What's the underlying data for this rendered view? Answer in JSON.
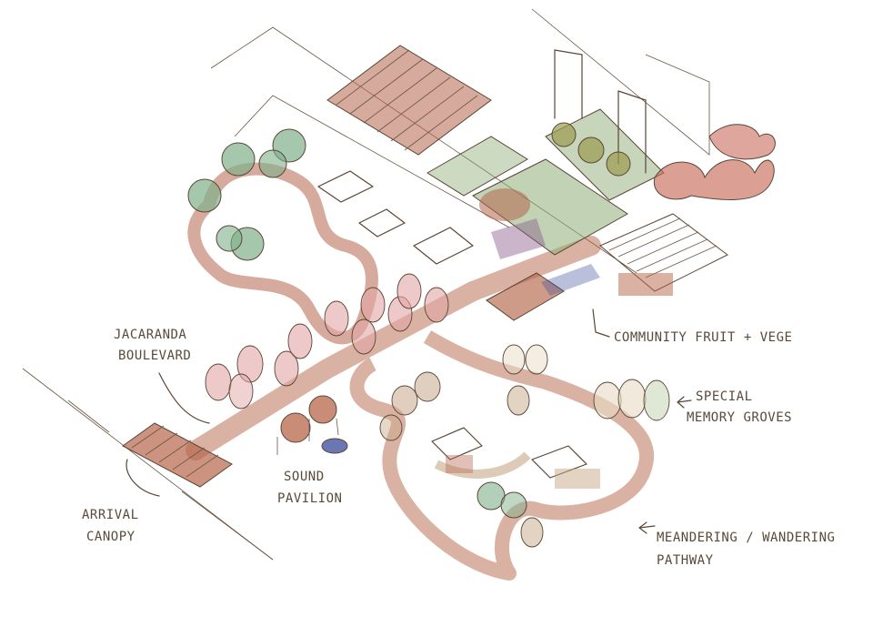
{
  "labels": {
    "jacaranda_1": "JACARANDA",
    "jacaranda_2": "BOULEVARD",
    "arrival_1": "ARRIVAL",
    "arrival_2": "CANOPY",
    "sound_1": "SOUND",
    "sound_2": "PAVILION",
    "community": "COMMUNITY FRUIT + VEGE",
    "memory_1": "SPECIAL",
    "memory_2": "MEMORY GROVES",
    "path_1": "MEANDERING / WANDERING",
    "path_2": "PATHWAY"
  },
  "colors": {
    "path_rust": "#b5654a",
    "tree_pink": "#e2a5a5",
    "tree_green": "#7fb08a",
    "tree_olive": "#9c9a4e",
    "tree_tan": "#c7a888",
    "shade_red": "#c86b5a",
    "garden_green": "#8fae78",
    "ink": "#5a4636",
    "pond_blue": "#3a4a9a",
    "purple": "#8a5a8a"
  },
  "icons": {
    "arrow": "arrow-left-icon"
  }
}
